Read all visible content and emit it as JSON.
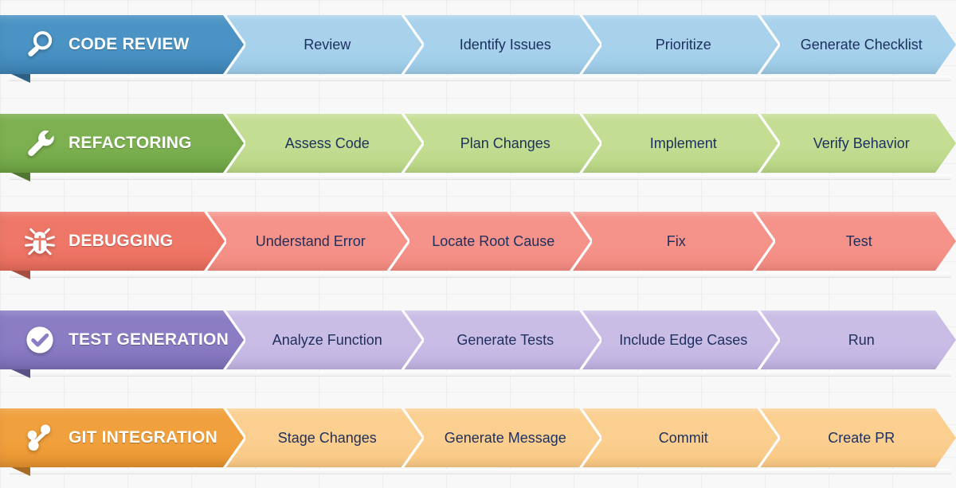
{
  "background": {
    "color": "#f8f8f8",
    "grid": true
  },
  "rows": [
    {
      "id": "code-review",
      "label": "CODE REVIEW",
      "icon": "magnifier-icon",
      "header_color": "#4a93c4",
      "header_color_dark": "#3f86b8",
      "step_color": "#a8d2ec",
      "step_color_dark": "#9ac9e6",
      "step_text_color": "#1d2f5e",
      "steps": [
        "Review",
        "Identify Issues",
        "Prioritize",
        "Generate Checklist"
      ]
    },
    {
      "id": "refactoring",
      "label": "REFACTORING",
      "icon": "wrench-icon",
      "header_color": "#7cb050",
      "header_color_dark": "#6fa445",
      "step_color": "#c3dd93",
      "step_color_dark": "#b8d684",
      "step_text_color": "#1d2f5e",
      "steps": [
        "Assess Code",
        "Plan Changes",
        "Implement",
        "Verify Behavior"
      ]
    },
    {
      "id": "debugging",
      "label": "DEBUGGING",
      "icon": "bug-icon",
      "header_color": "#ef7767",
      "header_color_dark": "#e86d5c",
      "step_color": "#f5938a",
      "step_color_dark": "#f28a80",
      "step_text_color": "#1d2f5e",
      "steps": [
        "Understand Error",
        "Locate Root Cause",
        "Fix",
        "Test"
      ]
    },
    {
      "id": "test-generation",
      "label": "TEST GENERATION",
      "icon": "check-circle-icon",
      "header_color": "#8b7cc4",
      "header_color_dark": "#7f70ba",
      "step_color": "#c9bde6",
      "step_color_dark": "#bfb2e0",
      "step_text_color": "#1d2f5e",
      "steps": [
        "Analyze Function",
        "Generate Tests",
        "Include Edge Cases",
        "Run"
      ]
    },
    {
      "id": "git-integration",
      "label": "GIT INTEGRATION",
      "icon": "git-branch-icon",
      "header_color": "#f0a03c",
      "header_color_dark": "#e89530",
      "step_color": "#fbcf90",
      "step_color_dark": "#f9c783",
      "step_text_color": "#1d2f5e",
      "steps": [
        "Stage Changes",
        "Generate Message",
        "Commit",
        "Create PR"
      ]
    }
  ]
}
